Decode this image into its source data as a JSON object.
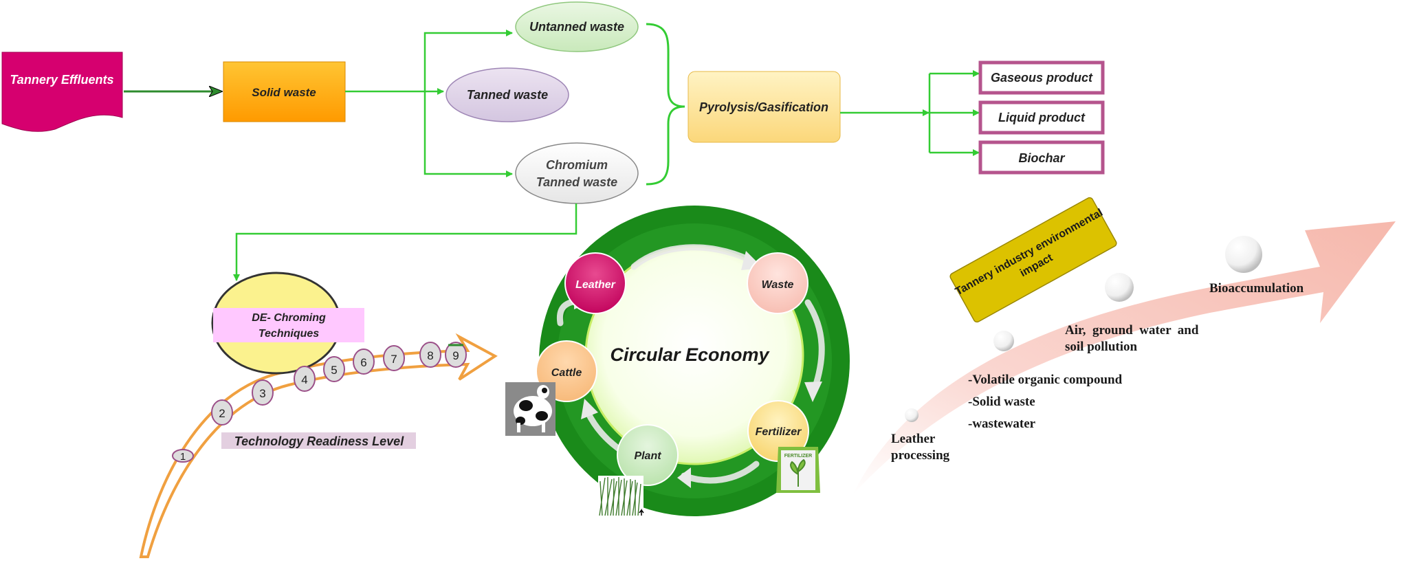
{
  "colors": {
    "arrow_green": "#33cc33",
    "tannery_pink": "#d6006f",
    "solid_orange": "#ffa61a",
    "pyrolysis_yellow": "#fde8a0",
    "product_border": "#b5548d",
    "ring_green": "#1a8a1a",
    "trl_orange": "#f0a040",
    "impact_band": "#f7c7c0",
    "impact_label": "#dcc200"
  },
  "flow": {
    "tannery_effluents": "Tannery Effluents",
    "solid_waste": "Solid waste",
    "untanned_waste": "Untanned waste",
    "tanned_waste": "Tanned waste",
    "chromium_line1": "Chromium",
    "chromium_line2": "Tanned waste",
    "pyrolysis": "Pyrolysis/Gasification",
    "products": [
      "Gaseous product",
      "Liquid product",
      "Biochar"
    ]
  },
  "dechroming": {
    "line1": "DE- Chroming",
    "line2": "Techniques"
  },
  "trl": {
    "title": "Technology Readiness Level",
    "levels": [
      "1",
      "2",
      "3",
      "4",
      "5",
      "6",
      "7",
      "8",
      "9"
    ]
  },
  "circular": {
    "center": "Circular Economy",
    "nodes": [
      "Leather",
      "Waste",
      "Fertilizer",
      "Plant",
      "Cattle"
    ],
    "fertilizer_bag_text": "FERTILIZER"
  },
  "impact": {
    "label_line1": "Tannery industry environmental",
    "label_line2": "impact",
    "stage1_line1": "Leather",
    "stage1_line2": "processing",
    "stage2_items": [
      "-Volatile organic compound",
      "-Solid waste",
      "-wastewater"
    ],
    "stage3_line1": "Air,  ground  water  and",
    "stage3_line2": "soil pollution",
    "stage4": "Bioaccumulation"
  }
}
